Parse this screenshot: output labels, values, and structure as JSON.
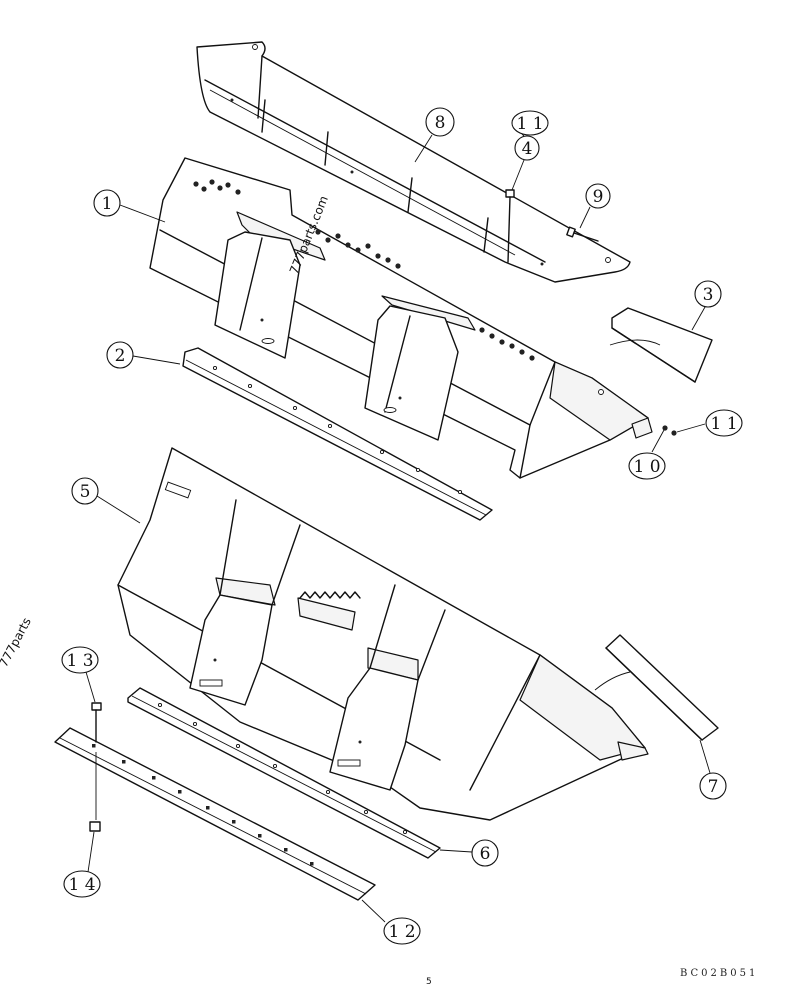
{
  "callouts": [
    {
      "id": "c1",
      "label": "1"
    },
    {
      "id": "c2",
      "label": "2"
    },
    {
      "id": "c3",
      "label": "3"
    },
    {
      "id": "c4",
      "label": "4"
    },
    {
      "id": "c5",
      "label": "5"
    },
    {
      "id": "c6",
      "label": "6"
    },
    {
      "id": "c7",
      "label": "7"
    },
    {
      "id": "c8",
      "label": "8"
    },
    {
      "id": "c9",
      "label": "9"
    },
    {
      "id": "c10",
      "label": "1 0"
    },
    {
      "id": "c11a",
      "label": "1 1"
    },
    {
      "id": "c11b",
      "label": "1 1"
    },
    {
      "id": "c12",
      "label": "1 2"
    },
    {
      "id": "c13",
      "label": "1 3"
    },
    {
      "id": "c14",
      "label": "1 4"
    }
  ],
  "watermark_center": "777parts.com",
  "watermark_edge": "777parts",
  "drawing_code": "BC02B051",
  "page_mark": "5"
}
